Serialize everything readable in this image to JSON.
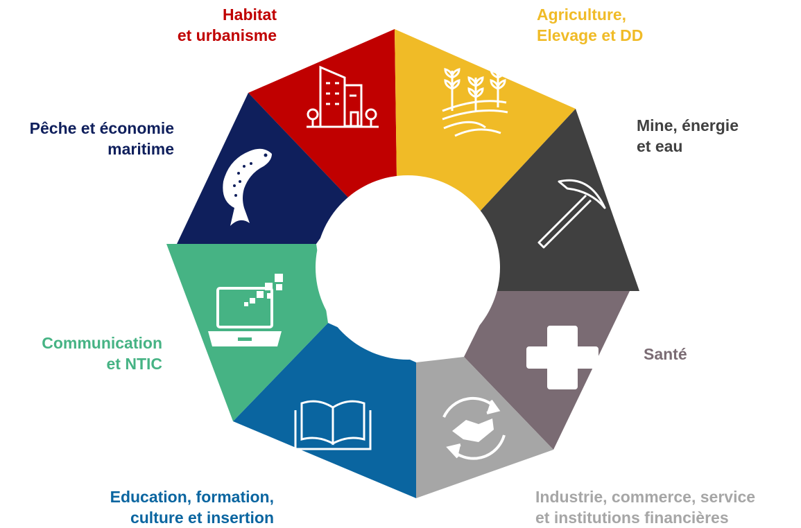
{
  "sectors": [
    {
      "id": "habitat",
      "lines": [
        "Habitat",
        "et urbanisme"
      ],
      "color": "#c00000",
      "icon": "building-icon"
    },
    {
      "id": "agriculture",
      "lines": [
        "Agriculture,",
        "Elevage et DD"
      ],
      "color": "#f0bb27",
      "icon": "wheat-field-icon"
    },
    {
      "id": "mine",
      "lines": [
        "Mine, énergie",
        "et eau"
      ],
      "color": "#404040",
      "icon": "pickaxe-icon"
    },
    {
      "id": "sante",
      "lines": [
        "Santé"
      ],
      "color": "#7a6b73",
      "icon": "medical-cross-icon"
    },
    {
      "id": "industrie",
      "lines": [
        "Industrie, commerce, service",
        "et institutions financières"
      ],
      "color": "#a6a6a6",
      "icon": "handshake-cycle-icon"
    },
    {
      "id": "education",
      "lines": [
        "Education, formation,",
        "culture et insertion"
      ],
      "color": "#0a65a0",
      "icon": "open-book-icon"
    },
    {
      "id": "communication",
      "lines": [
        "Communication",
        "et NTIC"
      ],
      "color": "#46b384",
      "icon": "laptop-icon"
    },
    {
      "id": "peche",
      "lines": [
        "Pêche et économie",
        "maritime"
      ],
      "color": "#0f1f5c",
      "icon": "fish-icon"
    }
  ]
}
